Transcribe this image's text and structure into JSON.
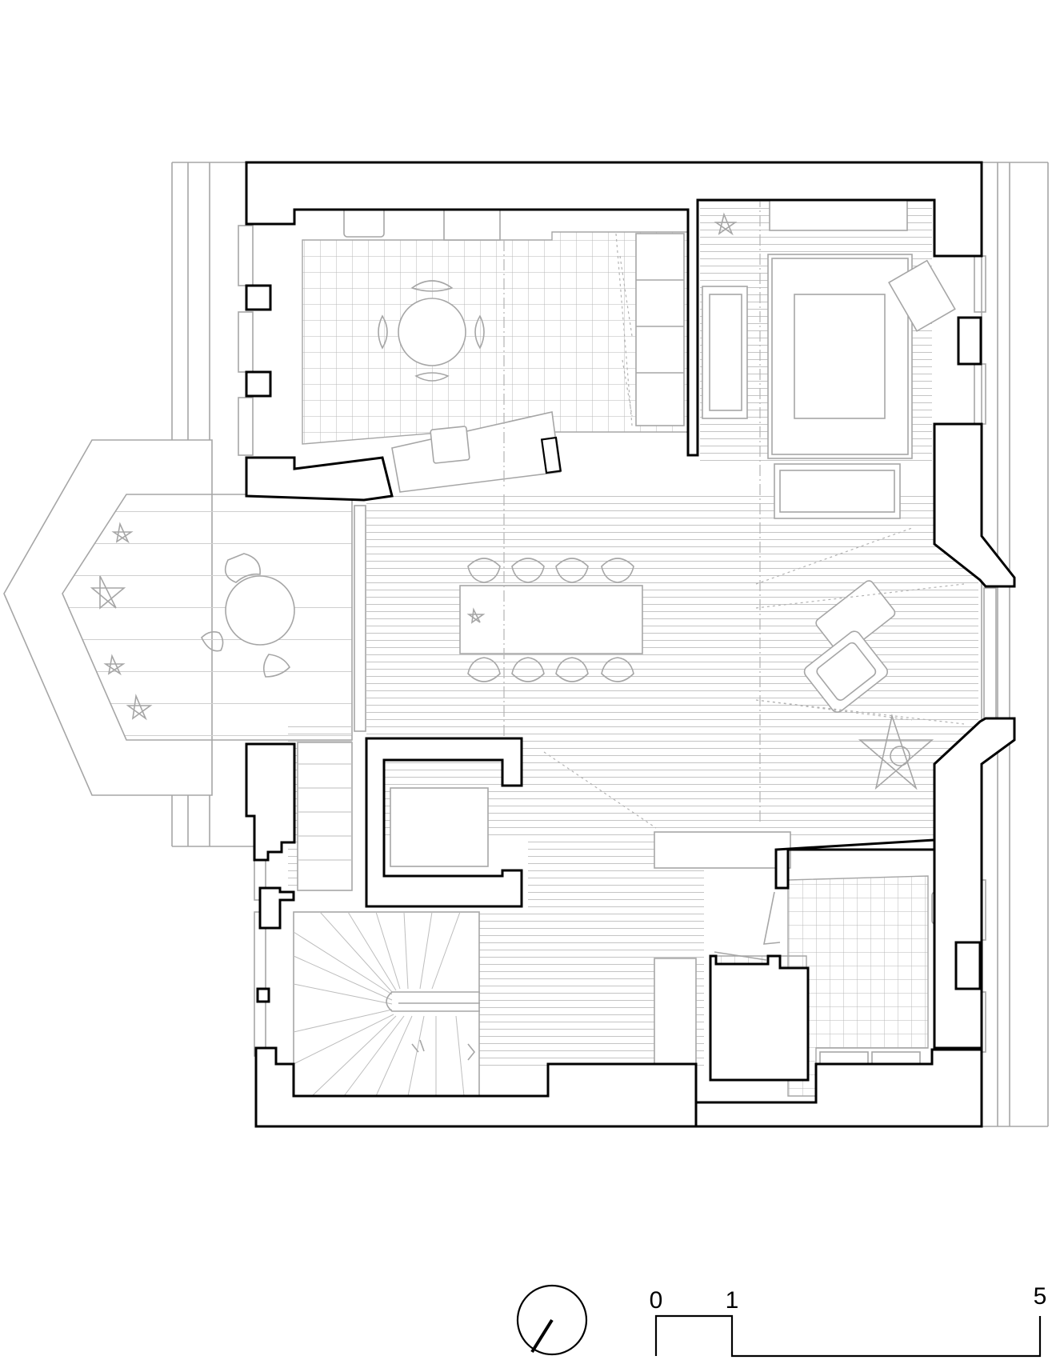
{
  "scale_bar": {
    "labels": [
      "0",
      "1",
      "5"
    ]
  },
  "north_arrow": {
    "icon": "north-arrow-icon"
  },
  "colors": {
    "walls": "#000000",
    "furniture": "#a6a6a6",
    "background": "#ffffff"
  }
}
